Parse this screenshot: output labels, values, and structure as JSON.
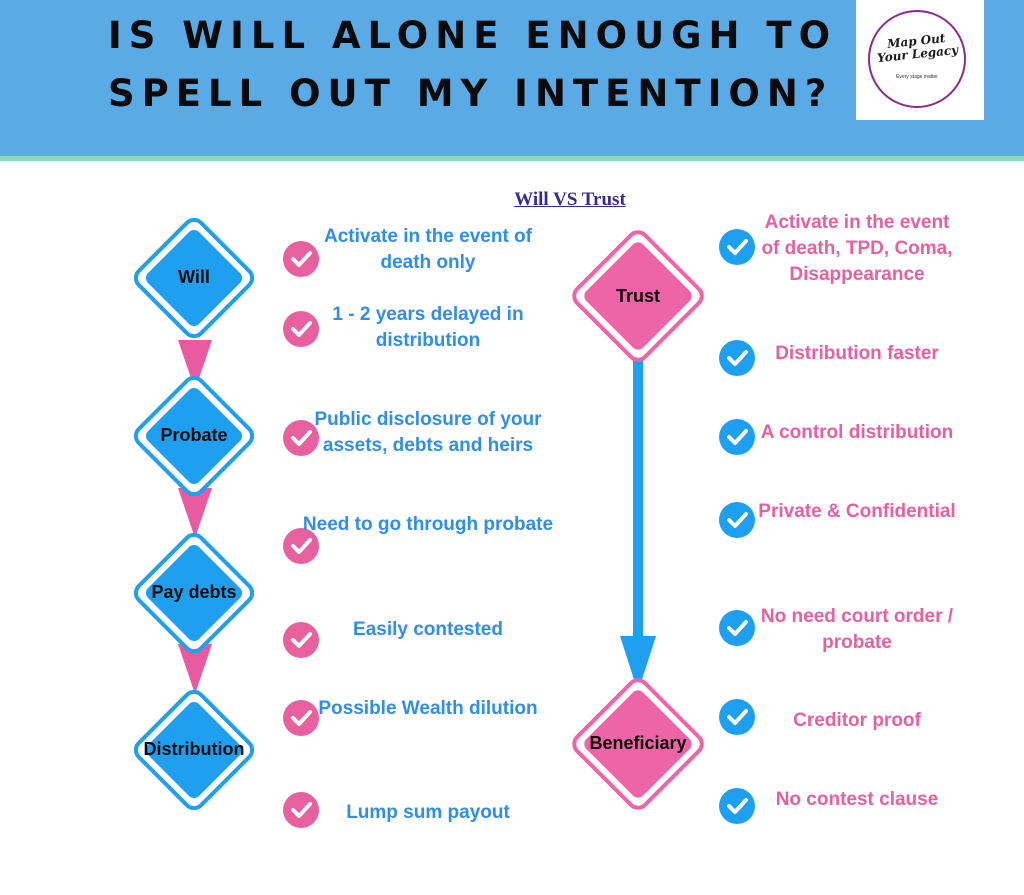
{
  "header": {
    "title_line1": "IS WILL ALONE ENOUGH TO",
    "title_line2": "SPELL OUT MY INTENTION?",
    "bg_color": "#5aaae6"
  },
  "logo": {
    "name_line1": "Map Out",
    "name_line2": "Your Legacy",
    "tagline": "Every stage matter"
  },
  "subtitle": "Will VS Trust",
  "will_flow": {
    "nodes": [
      "Will",
      "Probate",
      "Pay debts",
      "Distribution"
    ],
    "node_color": "#1e9ff0",
    "arrow_color": "#ea5aa0"
  },
  "trust_flow": {
    "nodes": [
      "Trust",
      "Beneficiary"
    ],
    "node_color": "#ee64a4",
    "arrow_color": "#1e9ff0"
  },
  "will_points": [
    "Activate in the event of death only",
    "1 - 2 years delayed in distribution",
    "Public disclosure of your assets, debts and heirs",
    "Need to go through probate",
    "Easily contested",
    "Possible Wealth dilution",
    "Lump sum payout"
  ],
  "trust_points": [
    "Activate in the event of death, TPD, Coma, Disappearance",
    "Distribution faster",
    "A control distribution",
    "Private & Confidential",
    "No need court order / probate",
    "Creditor proof",
    "No contest clause"
  ],
  "colors": {
    "will_text": "#2f8ee8",
    "trust_text": "#e8609e",
    "check_pink": "#e8609e",
    "check_blue": "#1ea0f2"
  }
}
